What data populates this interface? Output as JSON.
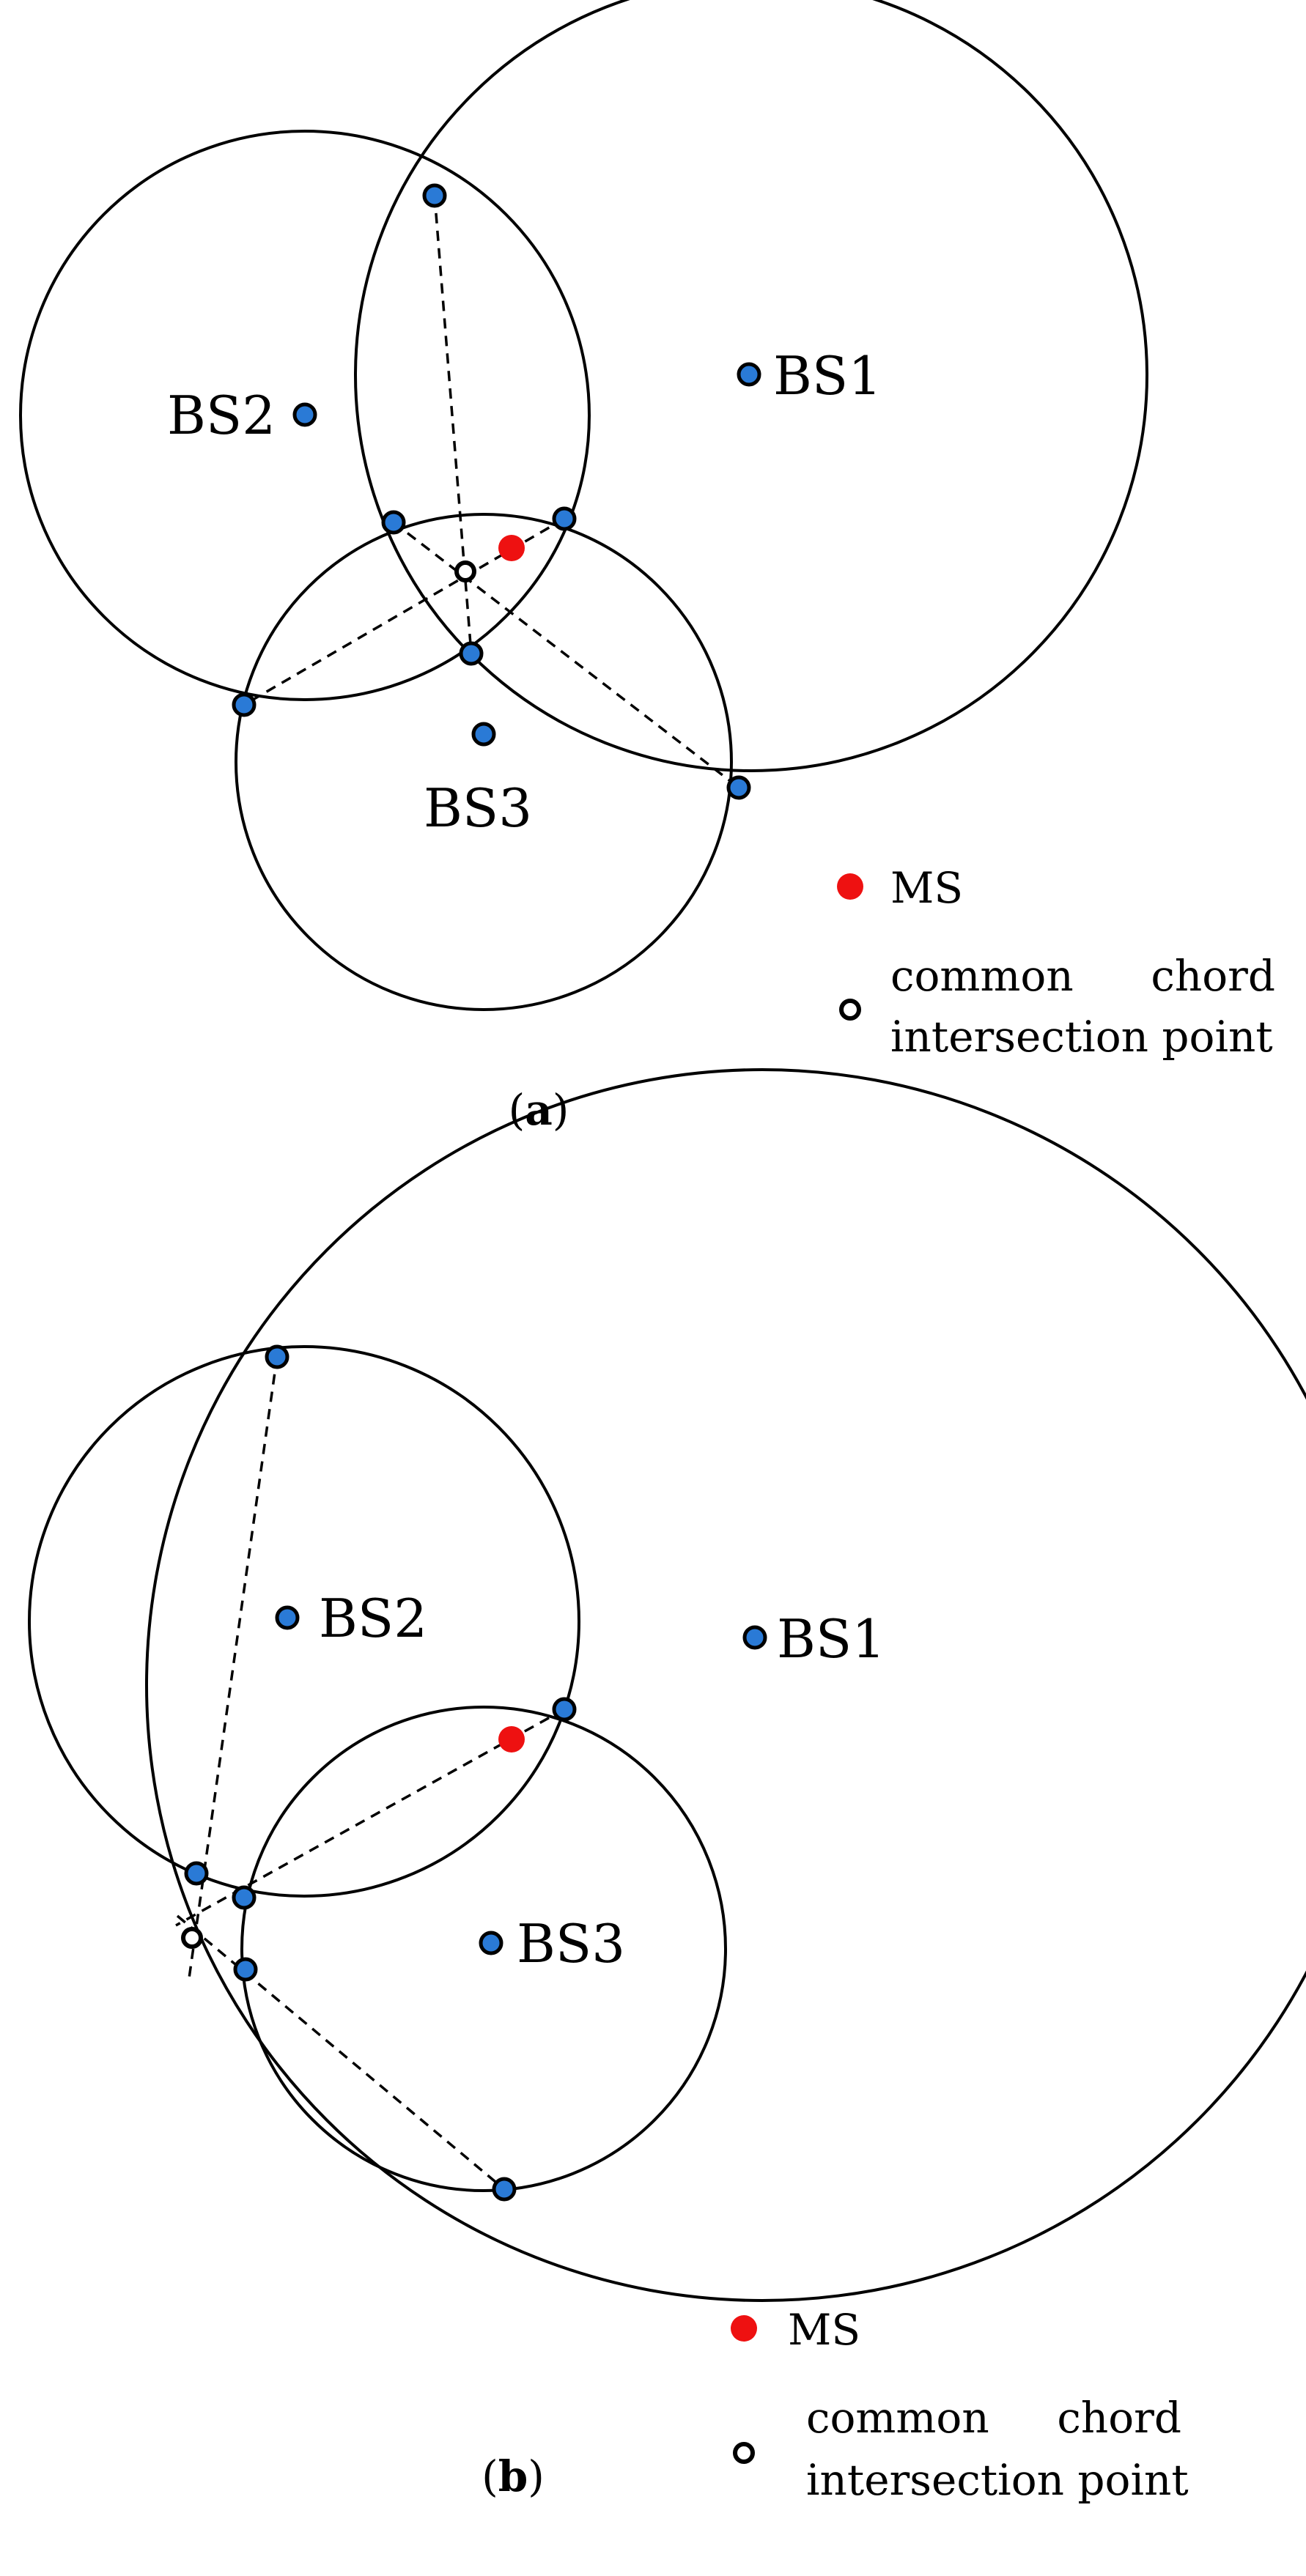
{
  "colors": {
    "point_fill": "#2a7ad6",
    "ms_fill": "#ee1111",
    "stroke": "#000000",
    "background": "#ffffff"
  },
  "panels": [
    {
      "id": "a",
      "caption_open": "(",
      "caption_letter": "a",
      "caption_close": ")",
      "stations": [
        {
          "label": "BS1"
        },
        {
          "label": "BS2"
        },
        {
          "label": "BS3"
        }
      ],
      "legend": {
        "ms_label": "MS",
        "ccp_label_line1_word1": "common",
        "ccp_label_line1_word2": "chord",
        "ccp_label_line2": "intersection point"
      }
    },
    {
      "id": "b",
      "caption_open": "(",
      "caption_letter": "b",
      "caption_close": ")",
      "stations": [
        {
          "label": "BS1"
        },
        {
          "label": "BS2"
        },
        {
          "label": "BS3"
        }
      ],
      "legend": {
        "ms_label": "MS",
        "ccp_label_line1_word1": "common",
        "ccp_label_line1_word2": "chord",
        "ccp_label_line2": "intersection point"
      }
    }
  ]
}
